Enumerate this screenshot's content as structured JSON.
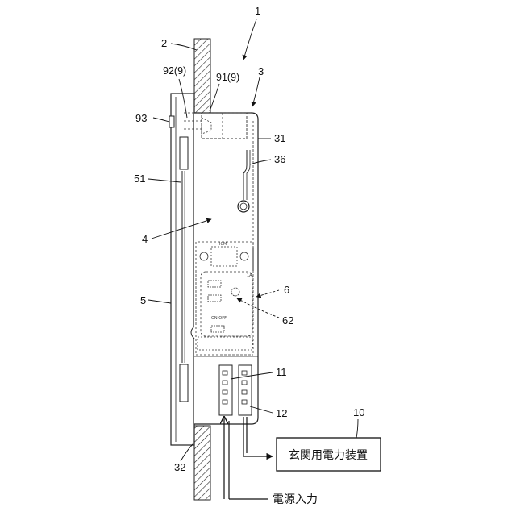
{
  "figure": {
    "labels": {
      "l1": "1",
      "l2": "2",
      "l3": "3",
      "l92": "92(9)",
      "l91": "91(9)",
      "l93": "93",
      "l31": "31",
      "l36": "36",
      "l51": "51",
      "l4": "4",
      "l5": "5",
      "l6": "6",
      "l62": "62",
      "l11": "11",
      "l12": "12",
      "l10": "10",
      "l32": "32"
    },
    "device_box_text": "玄関用電力装置",
    "power_input_text": "電源入力",
    "small_print": {
      "top_label": "ICM",
      "side_label": "1A",
      "mid_label": "ON OFF"
    }
  }
}
